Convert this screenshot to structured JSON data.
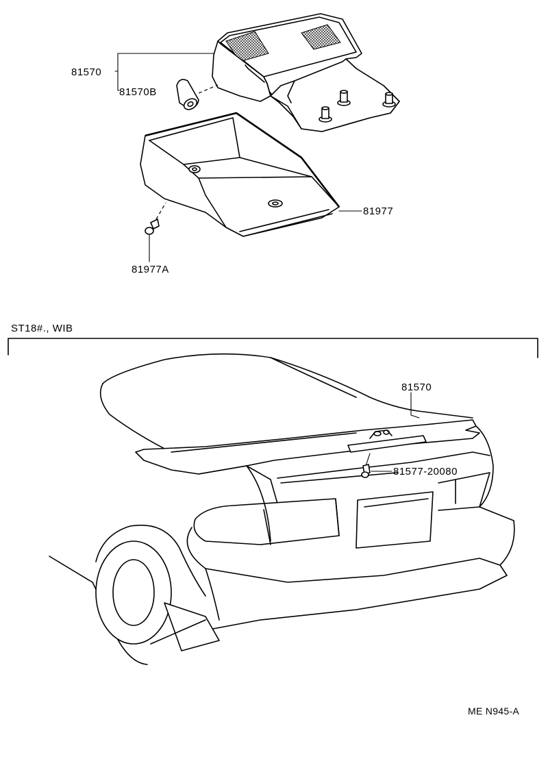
{
  "parts": {
    "housing_top": "81570",
    "bulb": "81570B",
    "cover": "81977",
    "screw": "81977A",
    "lamp_on_car": "81570",
    "bolt": "81577-20080"
  },
  "section_title": "ST18#., WIB",
  "footer_code": "ME  N945-A"
}
